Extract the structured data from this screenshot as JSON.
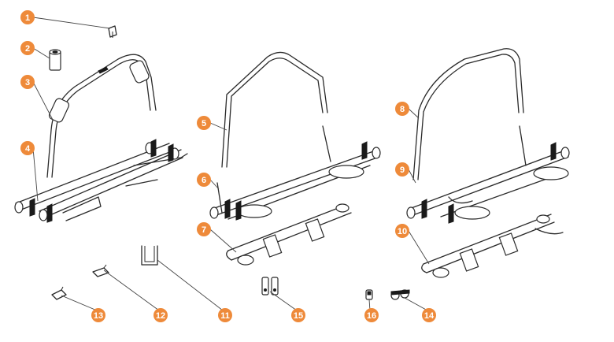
{
  "accent_color": "#ee8a3a",
  "callouts": [
    {
      "label": "1"
    },
    {
      "label": "2"
    },
    {
      "label": "3"
    },
    {
      "label": "4"
    },
    {
      "label": "5"
    },
    {
      "label": "6"
    },
    {
      "label": "7"
    },
    {
      "label": "8"
    },
    {
      "label": "9"
    },
    {
      "label": "10"
    },
    {
      "label": "11"
    },
    {
      "label": "12"
    },
    {
      "label": "13"
    },
    {
      "label": "14"
    },
    {
      "label": "15"
    },
    {
      "label": "16"
    }
  ]
}
